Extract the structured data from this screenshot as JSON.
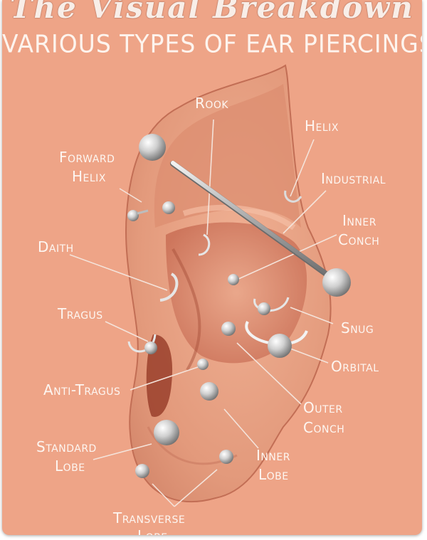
{
  "title": "The Visual Breakdown",
  "subtitle": "VARIOUS TYPES OF EAR PIERCINGS",
  "labels": {
    "rook": "Rook",
    "helix": "Helix",
    "forward_helix_1": "Forward",
    "forward_helix_2": "Helix",
    "industrial": "Industrial",
    "inner_conch_1": "Inner",
    "inner_conch_2": "Conch",
    "daith": "Daith",
    "tragus": "Tragus",
    "snug": "Snug",
    "orbital": "Orbital",
    "anti_tragus": "Anti-Tragus",
    "outer_conch_1": "Outer",
    "outer_conch_2": "Conch",
    "standard_lobe_1": "Standard",
    "standard_lobe_2": "Lobe",
    "inner_lobe_1": "Inner",
    "inner_lobe_2": "Lobe",
    "transverse_lobe_1": "Transverse",
    "transverse_lobe_2": "Lobe"
  },
  "colors": {
    "background": "#eea487",
    "skin": "#e8a283",
    "skin_shadow": "#b8583f",
    "text": "#fdf6f1",
    "metal": "#c9c9c9"
  }
}
